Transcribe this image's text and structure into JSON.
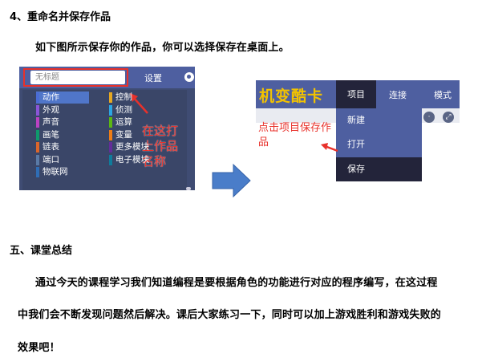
{
  "heading4": "4、重命名并保存作品",
  "intro": "如下图所示保存你的作品，你可以选择保存在桌面上。",
  "shot1": {
    "title_input": "无标题",
    "settings": "设置",
    "globe_icon": "globe-icon",
    "categories_left": [
      {
        "label": "动作",
        "color": "#4a6cd4",
        "selected": true
      },
      {
        "label": "外观",
        "color": "#8a55d7"
      },
      {
        "label": "声音",
        "color": "#bb42c3"
      },
      {
        "label": "画笔",
        "color": "#0e9a6c"
      },
      {
        "label": "链表",
        "color": "#d9662b"
      },
      {
        "label": "端口",
        "color": "#5a7aa6"
      },
      {
        "label": "物联网",
        "color": "#2f6db5"
      }
    ],
    "categories_right": [
      {
        "label": "控制",
        "color": "#e6a822"
      },
      {
        "label": "侦测",
        "color": "#2ca5e2"
      },
      {
        "label": "运算",
        "color": "#5cb712"
      },
      {
        "label": "变量",
        "color": "#ee7d16"
      },
      {
        "label": "更多模块",
        "color": "#632d99"
      },
      {
        "label": "电子模块",
        "color": "#0f7c9b"
      }
    ],
    "annotation": [
      "在这打",
      "上作品",
      "名称"
    ]
  },
  "shot2": {
    "brand": "机变酷卡",
    "menu_project": "项目",
    "menu_connect": "连接",
    "menu_mode": "模式",
    "dropdown": [
      "新建",
      "打开",
      "保存"
    ],
    "annotation": "点击项目保存作品"
  },
  "heading5": "五、课堂总结",
  "summary": [
    "通过今天的课程学习我们知道编程是要根据角色的功能进行对应的程序编写，在这过程",
    "中我们会不断发现问题然后解决。课后大家练习一下，同时可以加上游戏胜利和游戏失败的",
    "效果吧！"
  ],
  "colors": {
    "accent_red": "#e8312b",
    "arrow_blue": "#4a7dc9",
    "bar_blue": "#4e5fa0"
  }
}
